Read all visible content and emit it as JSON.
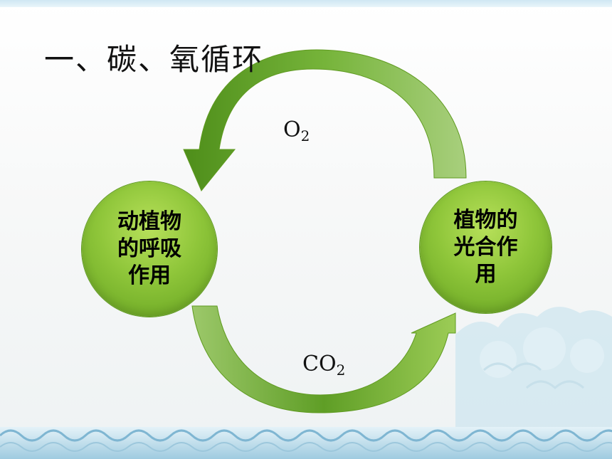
{
  "title": "一、碳、氧循环",
  "nodes": {
    "respiration": "动植物\n的呼吸\n作用",
    "photosynthesis": "植物的\n光合作\n用"
  },
  "gases": {
    "top": {
      "base": "O",
      "sub": "2"
    },
    "bottom": {
      "base": "CO",
      "sub": "2"
    }
  },
  "colors": {
    "arrow_light": "#9cc86a",
    "arrow_dark": "#4f8f1a",
    "node": "#8fc63a",
    "wave": "#7fb6d2"
  },
  "icons": [
    "wave-border",
    "cloud-pattern"
  ]
}
